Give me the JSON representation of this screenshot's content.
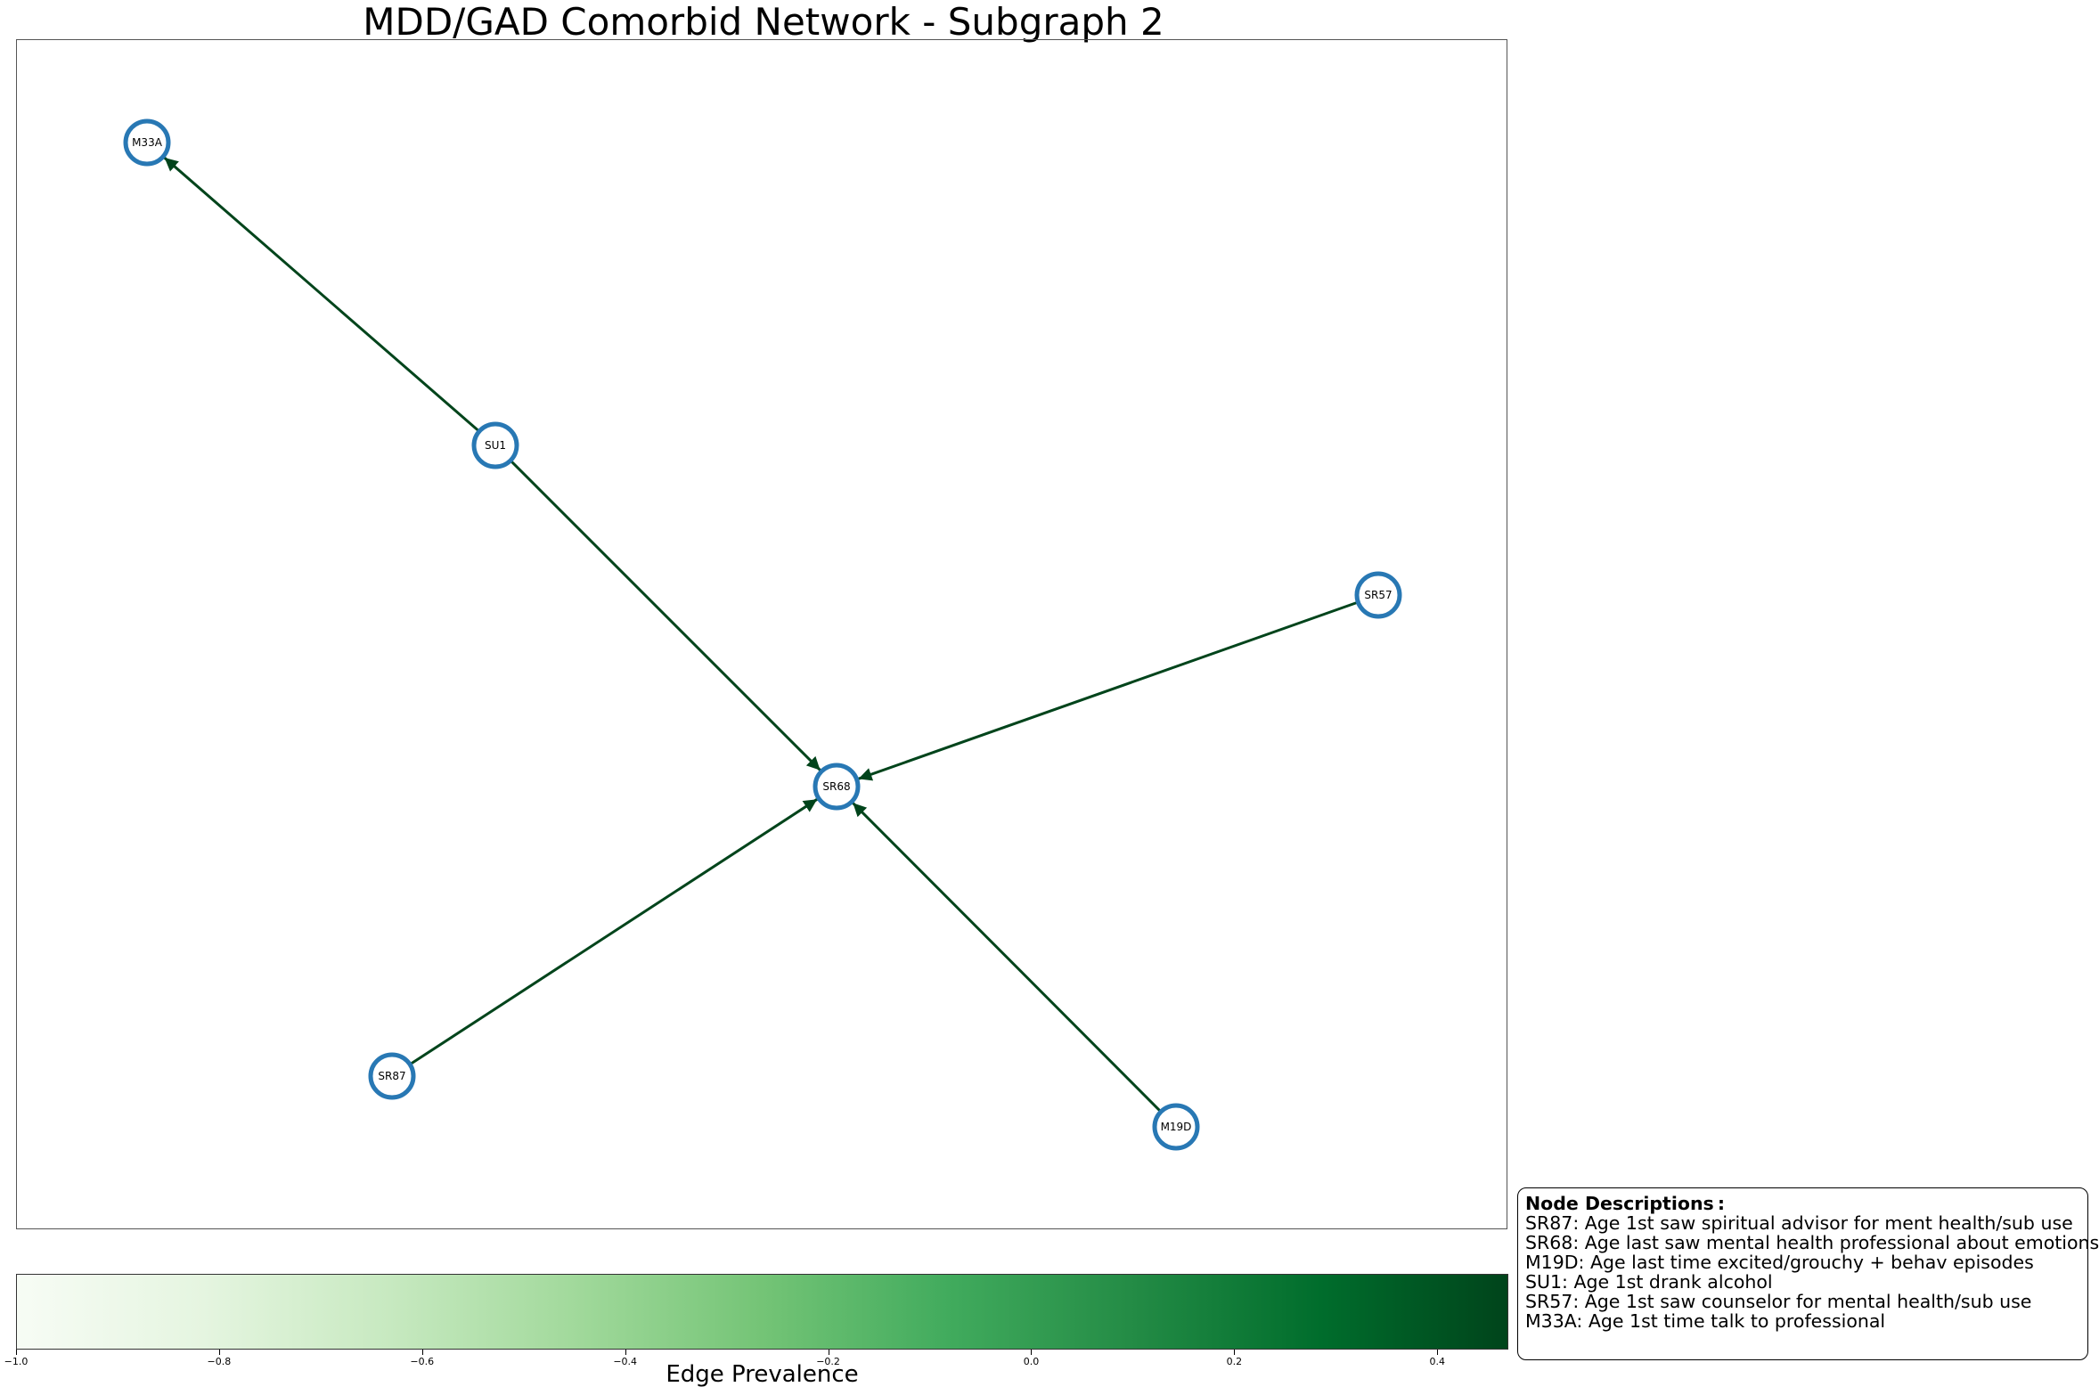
{
  "title": "MDD/GAD Comorbid Network - Subgraph 2",
  "graph": {
    "nodes": [
      {
        "id": "M33A",
        "label": "M33A"
      },
      {
        "id": "SU1",
        "label": "SU1"
      },
      {
        "id": "SR57",
        "label": "SR57"
      },
      {
        "id": "SR68",
        "label": "SR68"
      },
      {
        "id": "SR87",
        "label": "SR87"
      },
      {
        "id": "M19D",
        "label": "M19D"
      }
    ],
    "edges": [
      {
        "from": "SU1",
        "to": "M33A"
      },
      {
        "from": "SU1",
        "to": "SR68"
      },
      {
        "from": "SR57",
        "to": "SR68"
      },
      {
        "from": "SR87",
        "to": "SR68"
      },
      {
        "from": "M19D",
        "to": "SR68"
      }
    ],
    "node_color": "#2878b4",
    "edge_color": "#00441b"
  },
  "colorbar": {
    "label": "Edge Prevalence",
    "ticks": [
      "−1.0",
      "−0.8",
      "−0.6",
      "−0.4",
      "−0.2",
      "0.0",
      "0.2",
      "0.4"
    ],
    "min": -1.0,
    "max": 0.47,
    "colormap": "Greens"
  },
  "descriptions": {
    "title": "Node Descriptions :",
    "items": [
      "SR87: Age 1st saw spiritual advisor for ment health/sub use",
      "SR68: Age last saw mental health professional about emotions",
      "M19D: Age last time excited/grouchy + behav episodes",
      "SU1: Age 1st drank alcohol",
      "SR57: Age 1st saw counselor for mental health/sub use",
      "M33A: Age 1st time talk to professional"
    ]
  }
}
